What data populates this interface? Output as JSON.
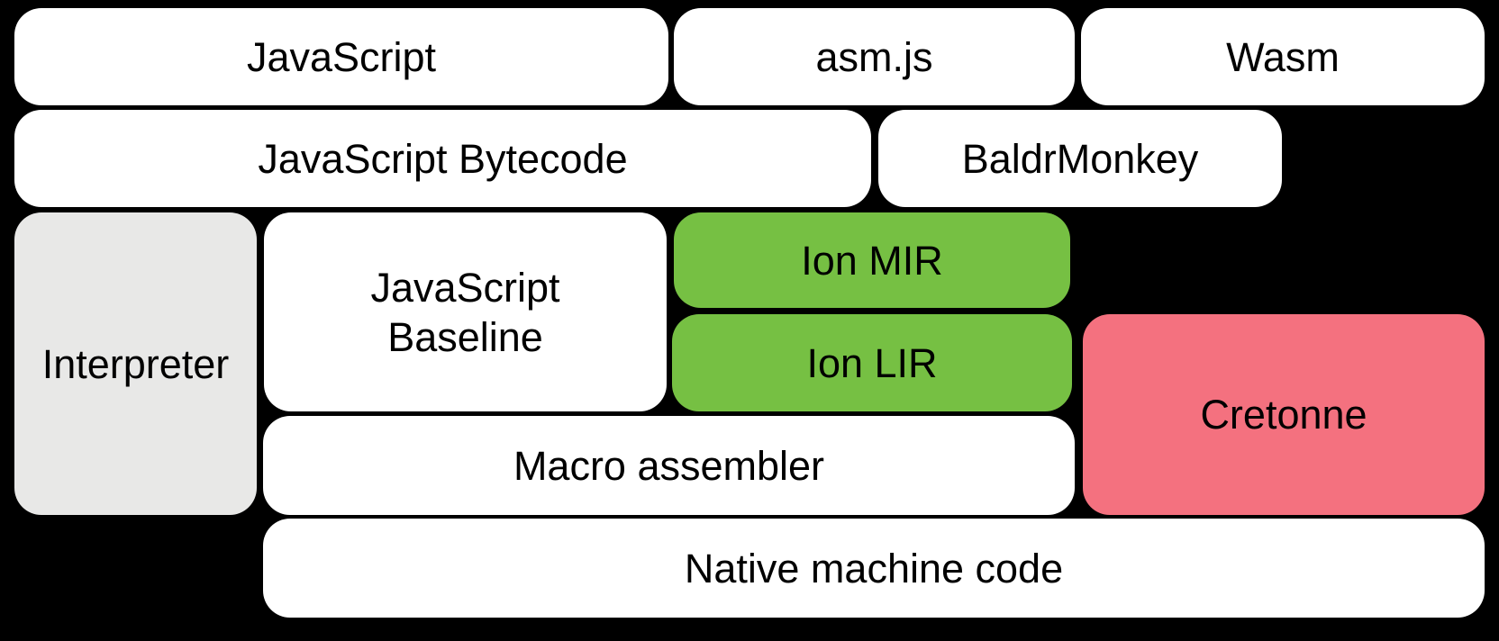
{
  "diagram": {
    "title": "SpiderMonkey compiler pipeline diagram",
    "background": "#000000",
    "palette": {
      "box_default": "#FFFFFF",
      "interpreter_gray": "#E8E8E7",
      "ion_green": "#76C043",
      "cretonne_pink": "#F4717F",
      "text": "#000000"
    },
    "nodes": [
      {
        "id": "javascript",
        "label": "JavaScript",
        "fill": "box_default"
      },
      {
        "id": "asmjs",
        "label": "asm.js",
        "fill": "box_default"
      },
      {
        "id": "wasm",
        "label": "Wasm",
        "fill": "box_default"
      },
      {
        "id": "javascript-bytecode",
        "label": "JavaScript Bytecode",
        "fill": "box_default"
      },
      {
        "id": "baldrmonkey",
        "label": "BaldrMonkey",
        "fill": "box_default"
      },
      {
        "id": "interpreter",
        "label": "Interpreter",
        "fill": "interpreter_gray"
      },
      {
        "id": "javascript-baseline",
        "label": "JavaScript\nBaseline",
        "fill": "box_default"
      },
      {
        "id": "ion-mir",
        "label": "Ion MIR",
        "fill": "ion_green"
      },
      {
        "id": "ion-lir",
        "label": "Ion LIR",
        "fill": "ion_green"
      },
      {
        "id": "cretonne",
        "label": "Cretonne",
        "fill": "cretonne_pink"
      },
      {
        "id": "macro-assembler",
        "label": "Macro assembler",
        "fill": "box_default"
      },
      {
        "id": "native-machine-code",
        "label": "Native machine code",
        "fill": "box_default"
      }
    ]
  }
}
